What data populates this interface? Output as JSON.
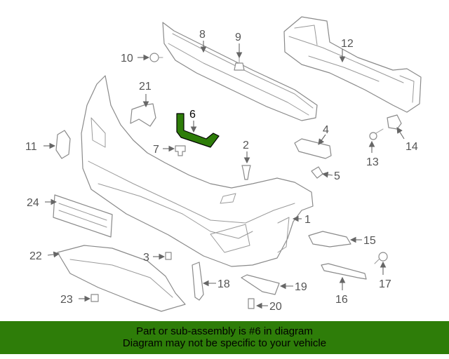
{
  "callouts": {
    "c1": "1",
    "c2": "2",
    "c3": "3",
    "c4": "4",
    "c5": "5",
    "c6": "6",
    "c7": "7",
    "c8": "8",
    "c9": "9",
    "c10": "10",
    "c11": "11",
    "c12": "12",
    "c13": "13",
    "c14": "14",
    "c15": "15",
    "c16": "16",
    "c17": "17",
    "c18": "18",
    "c19": "19",
    "c20": "20",
    "c21": "21",
    "c22": "22",
    "c23": "23",
    "c24": "24"
  },
  "highlight": {
    "part_number": "6",
    "color": "#2e7d09"
  },
  "banner": {
    "line1": "Part or sub-assembly is #6 in diagram",
    "line2": "Diagram may not be specific to your vehicle",
    "background": "#2e7d09"
  }
}
